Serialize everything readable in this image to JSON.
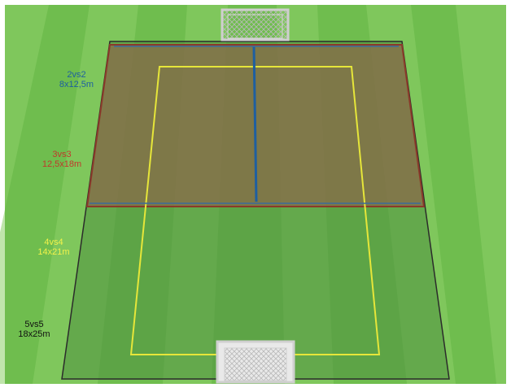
{
  "background": {
    "grass_light": "#7cc45a",
    "grass_dark": "#5aa83c",
    "page": "#ffffff"
  },
  "zones": [
    {
      "id": "2vs2",
      "name": "2vs2",
      "size": "8x12,5m",
      "color": "#1e5fa0"
    },
    {
      "id": "3vs3",
      "name": "3vs3",
      "size": "12,5x18m",
      "color": "#c0392b"
    },
    {
      "id": "4vs4",
      "name": "4vs4",
      "size": "14x21m",
      "color": "#e6e63a"
    },
    {
      "id": "5vs5",
      "name": "5vs5",
      "size": "18x25m",
      "color": "#111111"
    }
  ],
  "colors": {
    "small_field_fill": "#8a6a4a",
    "large_field_fill": "#5a9a46",
    "field_border": "#2b2b2b",
    "goal_net": "#e8e8e8"
  },
  "icons": {
    "top_goal": "goal-icon",
    "bottom_goal": "goal-icon"
  }
}
